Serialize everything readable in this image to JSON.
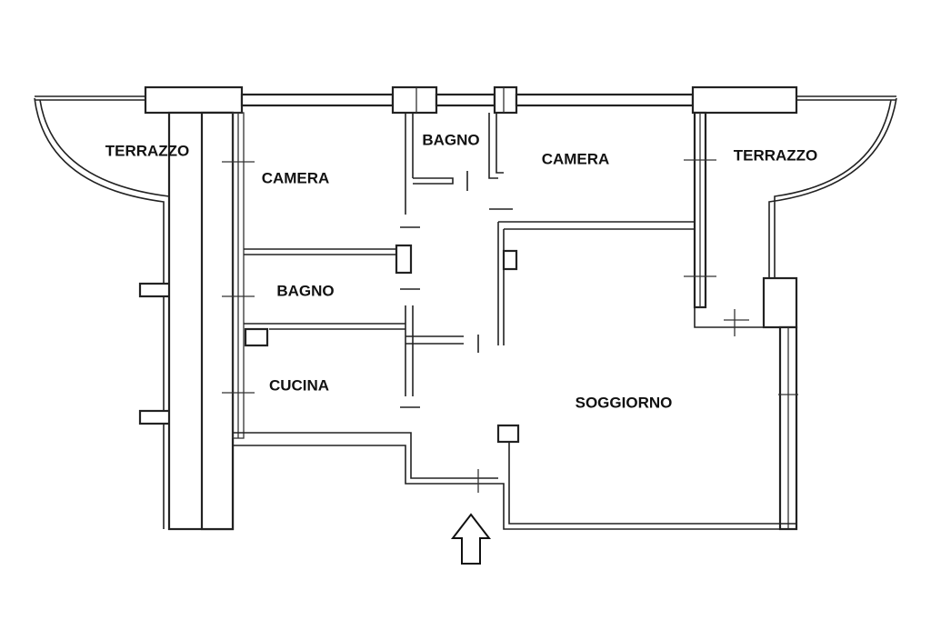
{
  "rooms": {
    "terrazzo_left": "TERRAZZO",
    "camera_left": "CAMERA",
    "bagno_top": "BAGNO",
    "camera_right": "CAMERA",
    "terrazzo_right": "TERRAZZO",
    "bagno_mid": "BAGNO",
    "cucina": "CUCINA",
    "soggiorno": "SOGGIORNO"
  },
  "entrance": {
    "icon": "up-arrow-icon"
  },
  "colors": {
    "line": "#222222",
    "background": "#ffffff"
  }
}
